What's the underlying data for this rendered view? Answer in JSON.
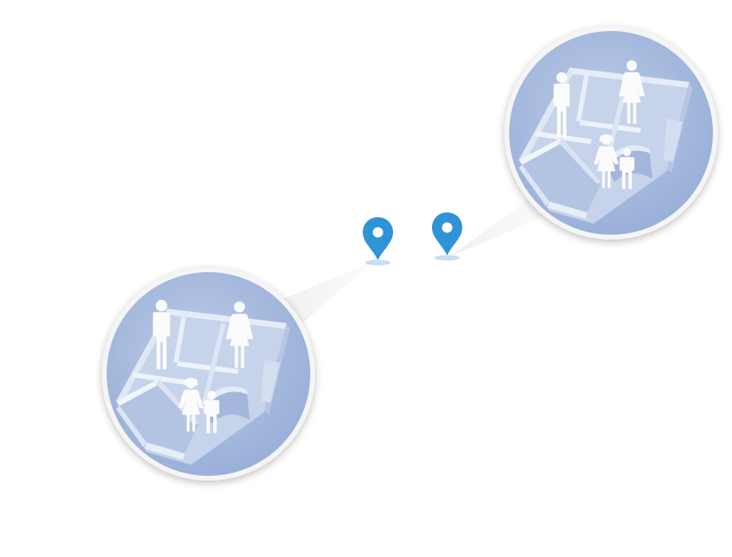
{
  "scene": {
    "background_color": "#ffffff",
    "pin_color": "#2f93d7",
    "bubble_fill": "#a9bcdd",
    "bubble_border": "#f4f4f4",
    "wall_color": "#d7e1f1",
    "figure_color": "#fbfbfb"
  },
  "pins": [
    {
      "name": "map-pin-icon-left"
    },
    {
      "name": "map-pin-icon-right"
    }
  ],
  "bubbles": [
    {
      "name": "household-bubble-bottom-left",
      "figures": [
        "man-icon",
        "woman-icon",
        "girl-icon",
        "boy-icon"
      ]
    },
    {
      "name": "household-bubble-top-right",
      "figures": [
        "man-icon",
        "woman-icon",
        "girl-icon",
        "boy-icon"
      ]
    }
  ]
}
